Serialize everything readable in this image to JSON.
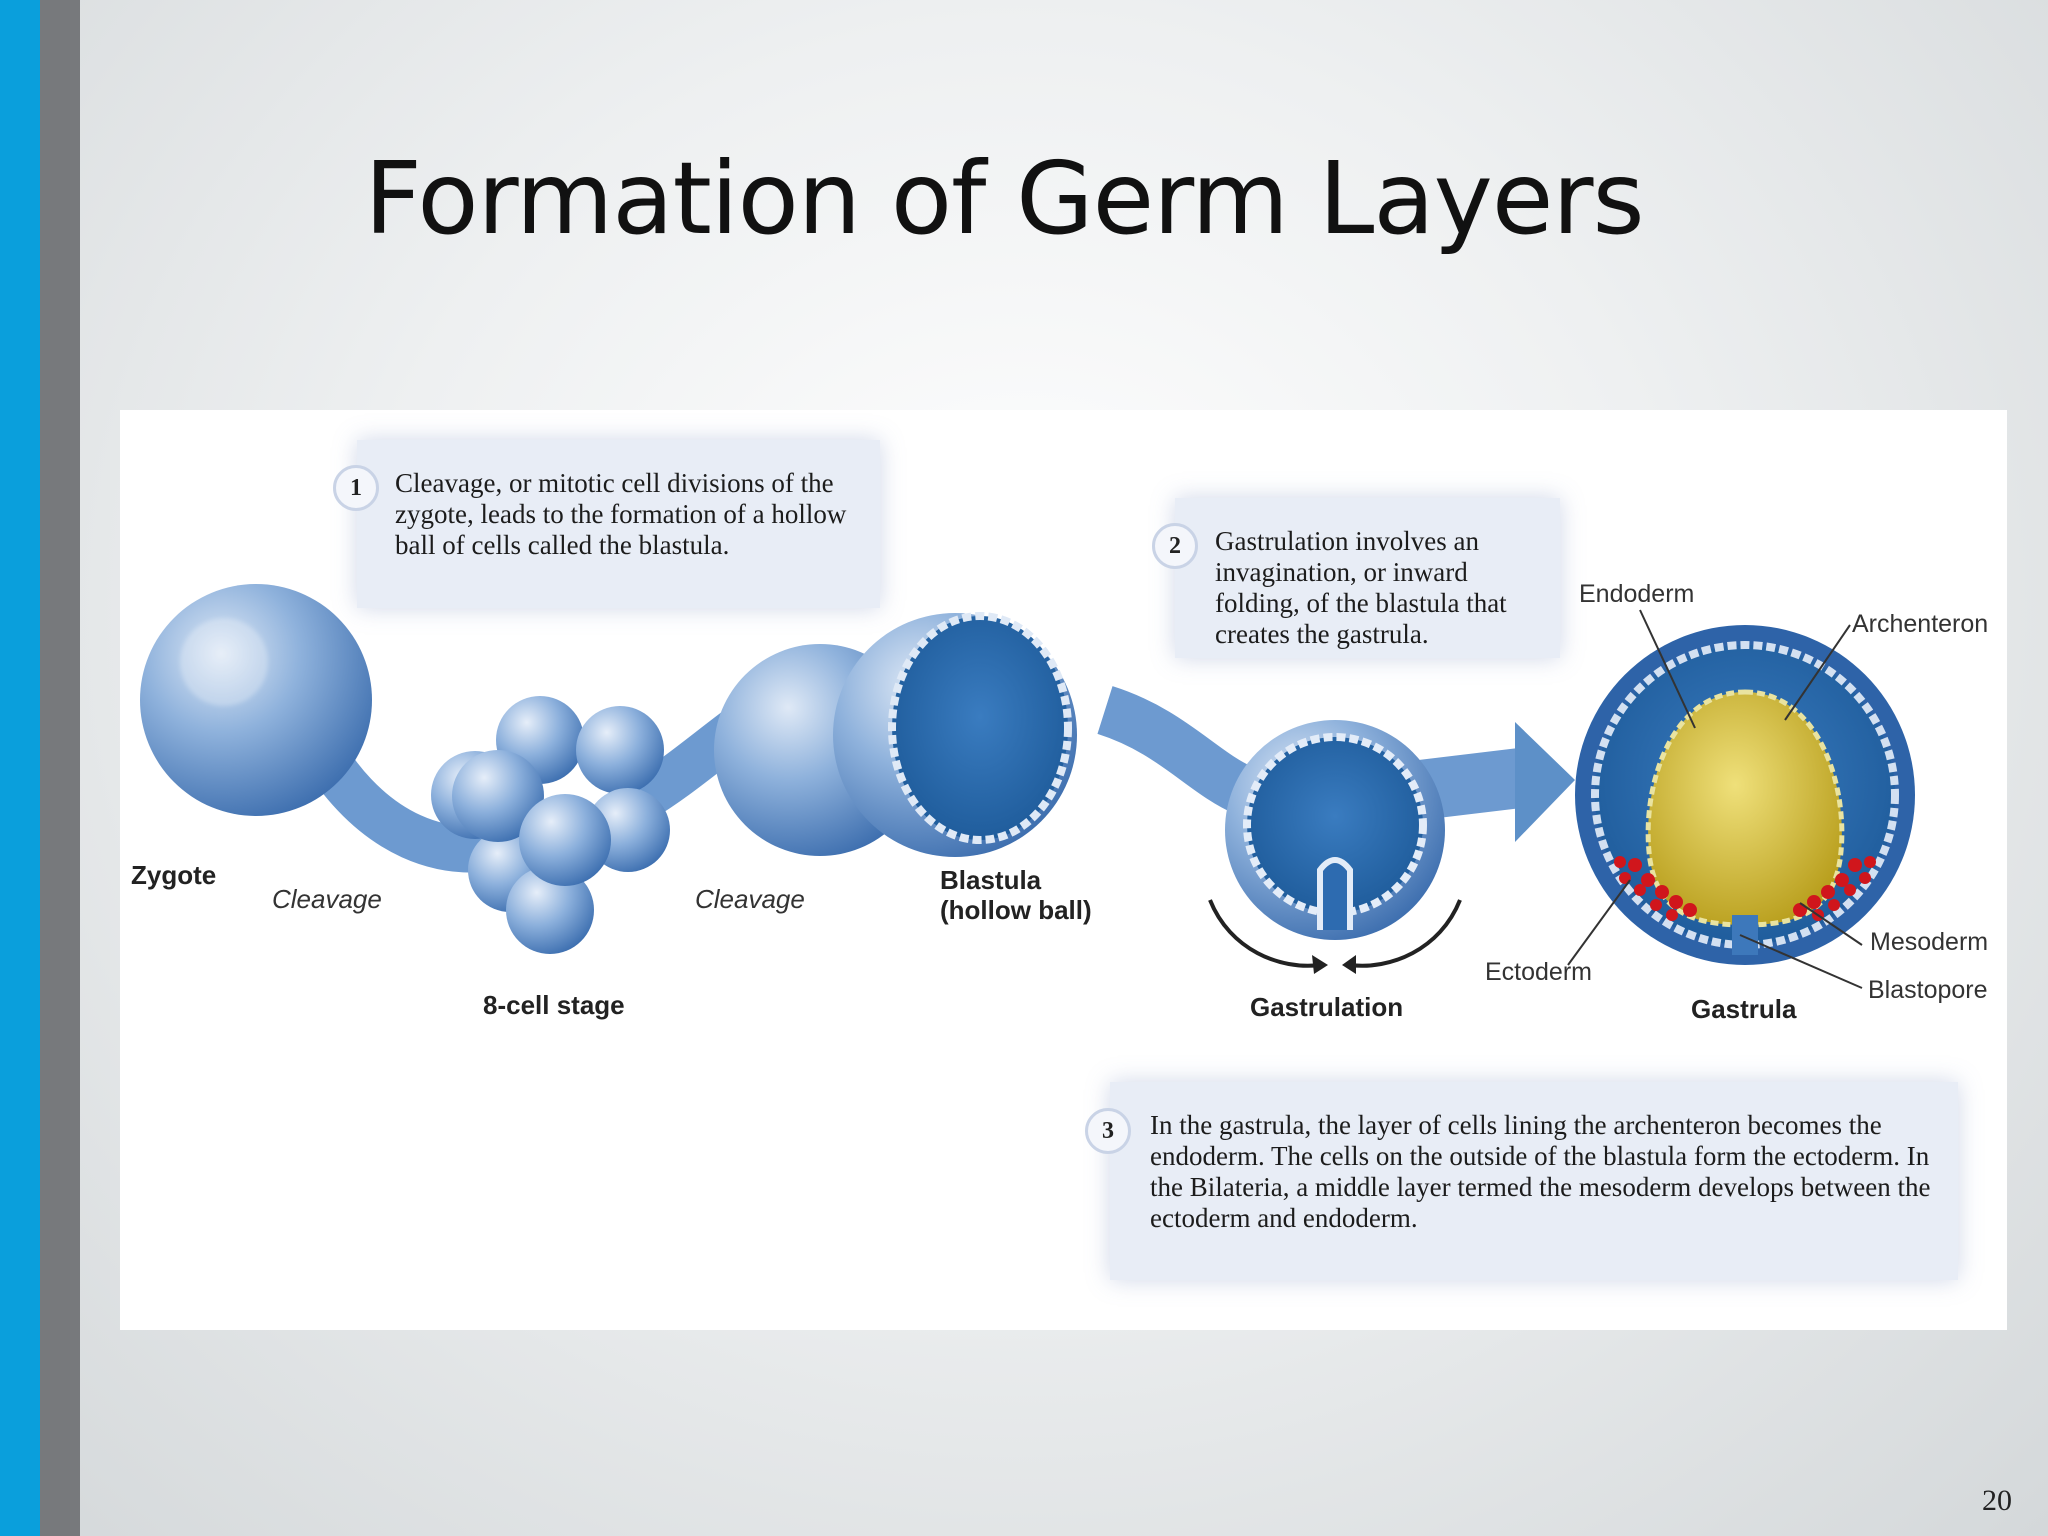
{
  "slide": {
    "title": "Formation of Germ Layers",
    "page_number": "20"
  },
  "diagram": {
    "steps": [
      {
        "number": "1",
        "text": "Cleavage, or mitotic cell divisions of the zygote, leads to the formation of a hollow ball of cells called the blastula."
      },
      {
        "number": "2",
        "text": "Gastrulation involves an invagination, or inward folding, of the blastula that creates the gastrula."
      },
      {
        "number": "3",
        "text": "In the gastrula, the layer of cells lining the archenteron becomes the endoderm. The cells on the outside of the blastula form the ectoderm. In the Bilateria, a middle layer termed the mesoderm develops between the ectoderm and endoderm."
      }
    ],
    "stage_labels": {
      "zygote": "Zygote",
      "cleavage_1": "Cleavage",
      "eight_cell": "8-cell stage",
      "cleavage_2": "Cleavage",
      "blastula_1": "Blastula",
      "blastula_2": "(hollow ball)",
      "gastrulation": "Gastrulation",
      "gastrula": "Gastrula"
    },
    "structure_labels": {
      "endoderm": "Endoderm",
      "archenteron": "Archenteron",
      "mesoderm": "Mesoderm",
      "blastopore": "Blastopore",
      "ectoderm": "Ectoderm"
    },
    "colors": {
      "cell_blue": "#3f7fc0",
      "dark_blue": "#1f5f9f",
      "arrow_blue": "#5d90c8",
      "archenteron_yellow": "#d9c23a",
      "mesoderm_red": "#d0161c"
    }
  }
}
